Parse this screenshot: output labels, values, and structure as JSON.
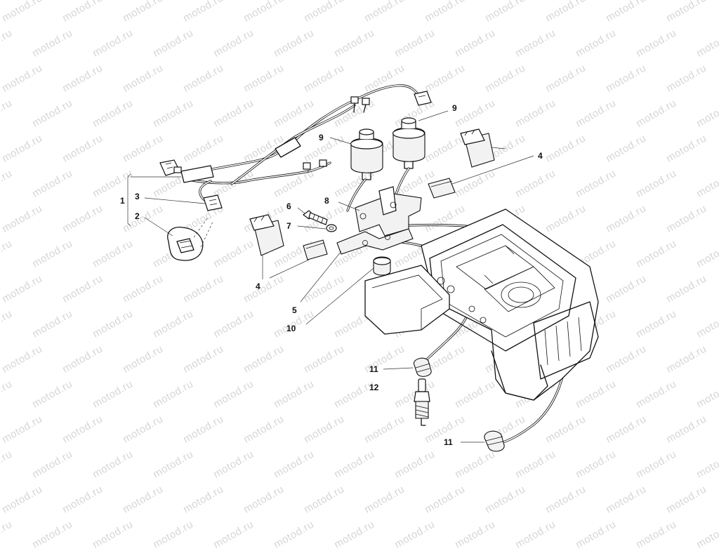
{
  "watermark": {
    "text": "motod.ru"
  },
  "callouts": [
    {
      "id": "1",
      "text": "1"
    },
    {
      "id": "2",
      "text": "2"
    },
    {
      "id": "3",
      "text": "3"
    },
    {
      "id": "4a",
      "text": "4"
    },
    {
      "id": "4b",
      "text": "4"
    },
    {
      "id": "5",
      "text": "5"
    },
    {
      "id": "6",
      "text": "6"
    },
    {
      "id": "7",
      "text": "7"
    },
    {
      "id": "8",
      "text": "8"
    },
    {
      "id": "9a",
      "text": "9"
    },
    {
      "id": "9b",
      "text": "9"
    },
    {
      "id": "10",
      "text": "10"
    },
    {
      "id": "11a",
      "text": "11"
    },
    {
      "id": "11b",
      "text": "11"
    },
    {
      "id": "12",
      "text": "12"
    }
  ],
  "colors": {
    "line": "#111111",
    "watermark": "#d6d6d6",
    "background": "#ffffff"
  }
}
